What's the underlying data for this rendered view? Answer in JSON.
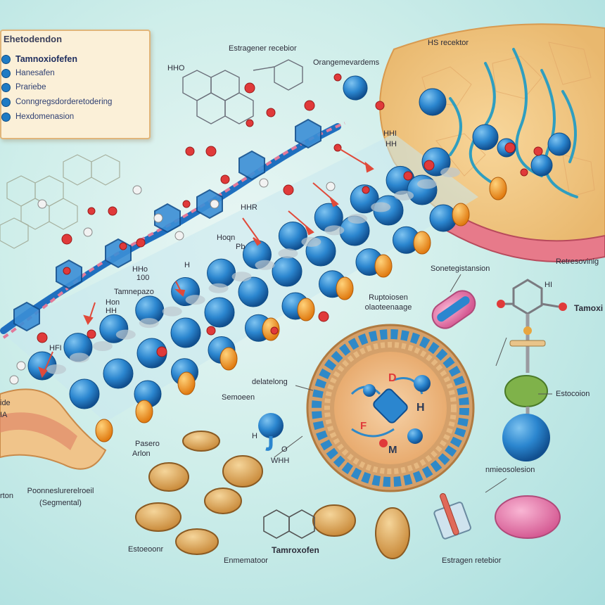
{
  "legend": {
    "title": "Ehetodendon",
    "items": [
      {
        "label": "Tamnoxiofefen"
      },
      {
        "label": "Hanesafen"
      },
      {
        "label": "Prariebe"
      },
      {
        "label": "Conngregsdorderetodering"
      },
      {
        "label": "Hexdomenasion"
      }
    ]
  },
  "labels": {
    "estrogen_receptor_top": "Estragener recebior",
    "orangemeverdema": "Orangemevardems",
    "hg_receptor": "HS recektor",
    "ho_top": "HHO",
    "h_top_mid": "HHI",
    "hh_top_mid": "HH",
    "hh_mid": "HHR",
    "hh_mid_sub": "Pb",
    "hoqn": "Hoqn",
    "h2o_left": "HHo",
    "h2o_left_sub": "100",
    "h_wavy": "H",
    "tamnepazo": "Tamnepazo",
    "hon": "Hon",
    "hh_left_sub": "HH",
    "n_left": "HFI",
    "sonedegistasion": "Sonetegistansion",
    "retresoving": "Retresovinig",
    "ruptoiosen": "Ruptoiosen",
    "olaotenaogen": "olaoteenaage",
    "h3_right": "HI",
    "tamox_right": "Tamoxi",
    "delatelong": "delatelong",
    "semoeen": "Semoeen",
    "estocoionf": "Estocoion",
    "h2_left_mid": "H",
    "pasero": "Pasero",
    "anon": "Arlon",
    "o_mid": "O",
    "whh": "WHH",
    "left_edge_top": "ide",
    "left_edge_mid": "IA",
    "anon_left": "rton",
    "poorresurecel": "Poonneslurerelroeil",
    "segmental": "(Segmental)",
    "nmieosolesion": "nmieosolesion",
    "estoeooonr": "Estoeoonr",
    "enmematoor": "Enmematoor",
    "tamroxofen": "Tamroxofen",
    "estragen_receptor_bottom": "Estragen retebior",
    "cell_D": "D",
    "cell_H": "H",
    "cell_F": "F",
    "cell_M": "M"
  }
}
